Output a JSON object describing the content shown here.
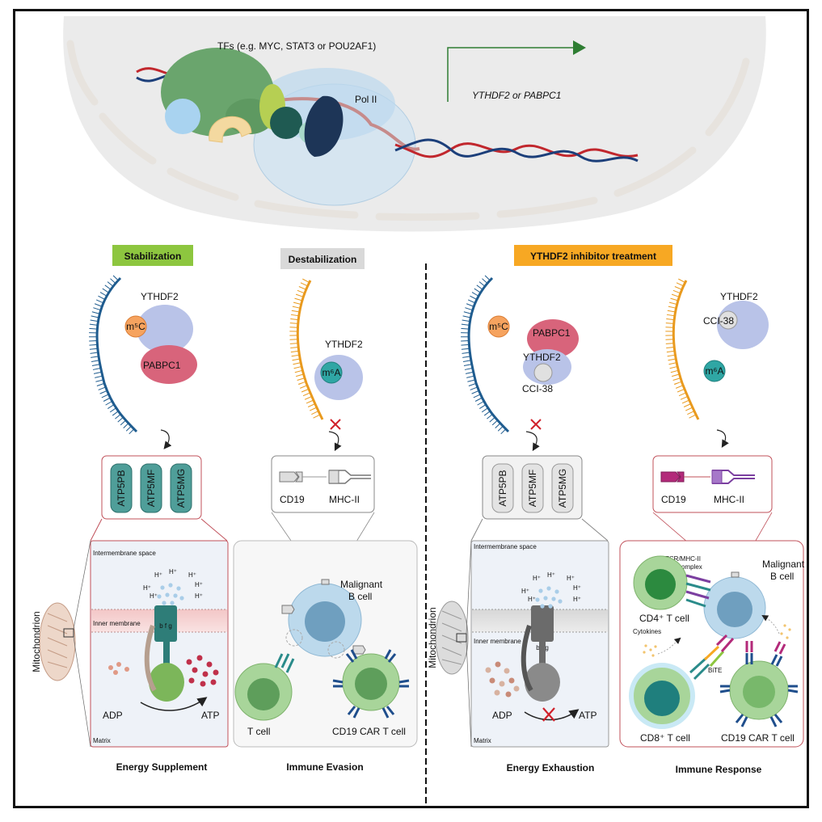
{
  "nucleus": {
    "tfs_label": "TFs (e.g. MYC, STAT3 or POU2AF1)",
    "pol_label": "Pol II",
    "target_genes_label": "YTHDF2 or PABPC1"
  },
  "panels": {
    "stabilization": {
      "header": "Stabilization",
      "header_color": "#8dc63f",
      "reader": "YTHDF2",
      "mark": "m⁵C",
      "partner": "PABPC1",
      "genes": [
        "ATP5PB",
        "ATP5MF",
        "ATP5MG"
      ],
      "mito_side_label": "Mitochondrion",
      "intermembrane": "Intermembrane space",
      "inner_membrane": "Inner membrane",
      "matrix": "Matrix",
      "adp": "ADP",
      "atp": "ATP",
      "proton": "H⁺",
      "subunits": "b f g",
      "caption": "Energy Supplement"
    },
    "destabilization": {
      "header": "Destabilization",
      "header_color": "#d9d9d9",
      "reader": "YTHDF2",
      "mark": "m⁶A",
      "genes": [
        "CD19",
        "MHC-II"
      ],
      "malignant": "Malignant\nB cell",
      "tcell": "T cell",
      "car": "CD19 CAR T cell",
      "caption": "Immune Evasion"
    },
    "inhibitor": {
      "header": "YTHDF2 inhibitor treatment",
      "header_color": "#f7a823",
      "exhaustion": {
        "mark": "m⁵C",
        "partner": "PABPC1",
        "reader": "YTHDF2",
        "drug": "CCI-38",
        "genes": [
          "ATP5PB",
          "ATP5MF",
          "ATP5MG"
        ],
        "mito_side_label": "Mitochondrion",
        "intermembrane": "Intermembrane space",
        "inner_membrane": "Inner membrane",
        "matrix": "Matrix",
        "adp": "ADP",
        "atp": "ATP",
        "proton": "H⁺",
        "subunits": "b f g",
        "caption": "Energy Exhaustion"
      },
      "response": {
        "reader": "YTHDF2",
        "drug": "CCI-38",
        "mark": "m⁶A",
        "genes": [
          "CD19",
          "MHC-II"
        ],
        "malignant_line1": "Malignant",
        "malignant_line2": "B cell",
        "tcr_line1": "TCR/MHC-II",
        "tcr_line2": "complex",
        "cd4": "CD4⁺ T cell",
        "cd8": "CD8⁺ T cell",
        "cytokines": "Cytokines",
        "bite": "BiTE",
        "car": "CD19 CAR T cell",
        "caption": "Immune Response"
      }
    }
  }
}
